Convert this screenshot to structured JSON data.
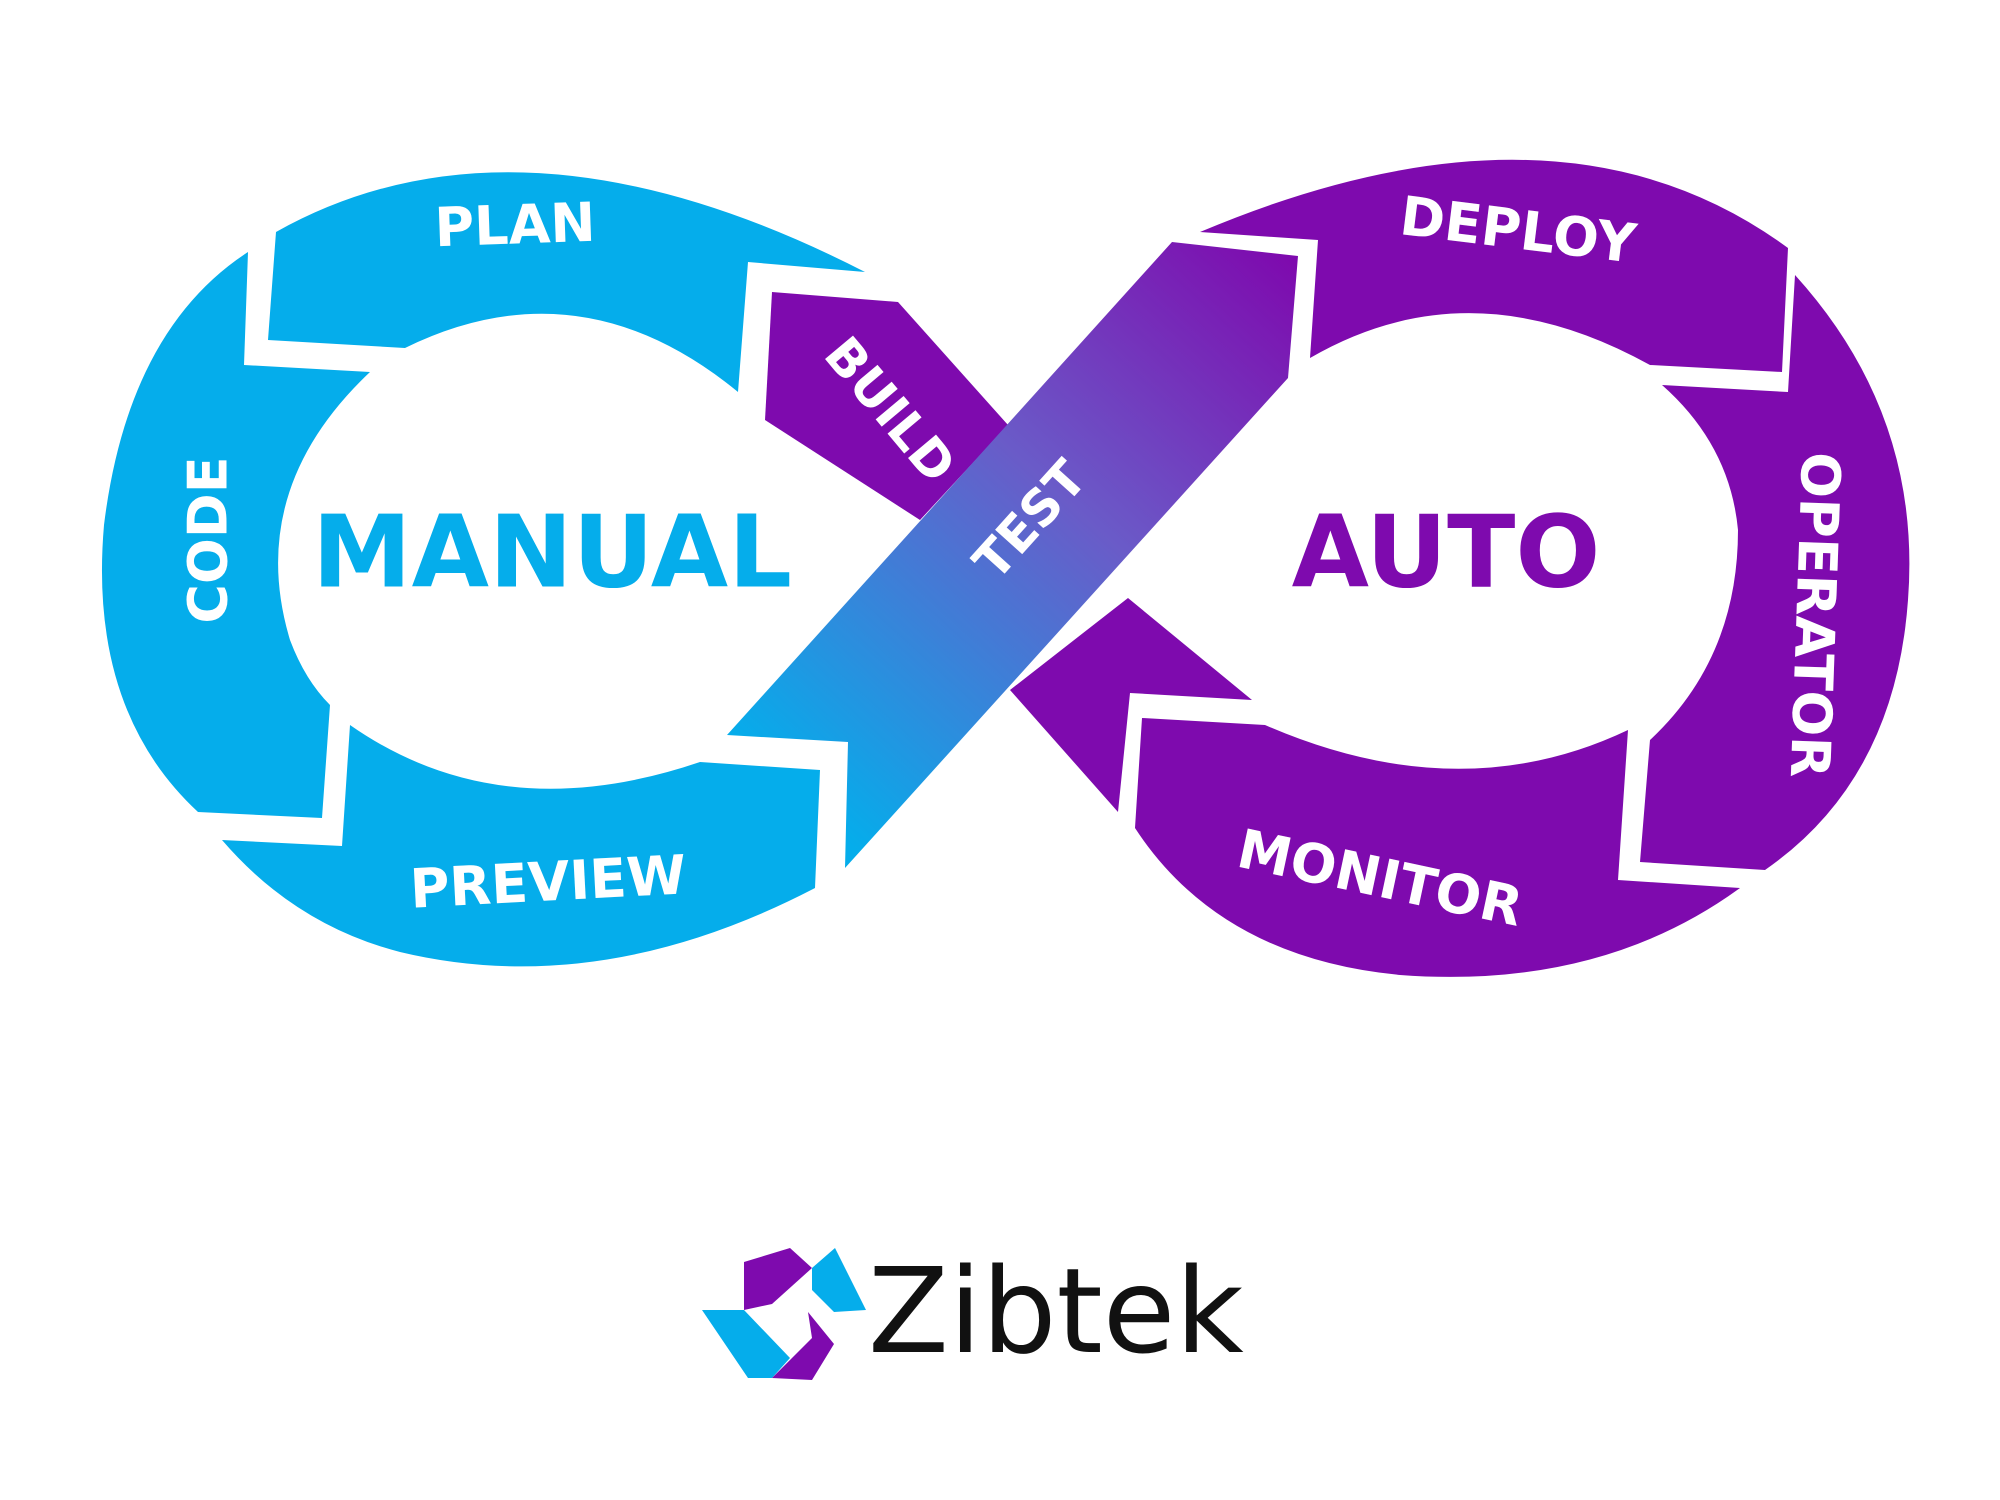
{
  "colors": {
    "manual": "#05ADEB",
    "auto": "#7E0AAE",
    "background": "#FFFFFF",
    "brand_text": "#111111"
  },
  "loop": {
    "manual_center": "MANUAL",
    "auto_center": "AUTO",
    "stages": {
      "plan": "PLAN",
      "code": "CODE",
      "preview": "PREVIEW",
      "build": "BUILD",
      "test": "TEST",
      "deploy": "DEPLOY",
      "operator": "OPERATOR",
      "monitor": "MONITOR"
    }
  },
  "brand": {
    "name": "Zibtek",
    "logo_icon": "zibtek-logo-icon"
  }
}
